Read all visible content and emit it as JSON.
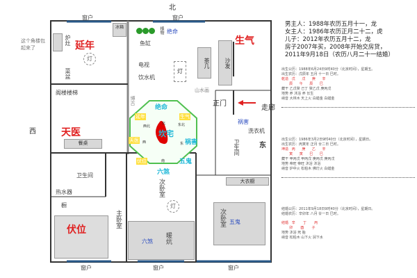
{
  "compass": {
    "north": "北",
    "west": "西",
    "east": "东"
  },
  "windows": [
    "窗户",
    "窗户",
    "窗户",
    "窗户",
    "窗户"
  ],
  "note": "这个角楼包起来了",
  "stars": {
    "yannian": "延年",
    "shengqi": "生气",
    "tianyi": "天医",
    "fuwei": "伏位",
    "jueming": "绝命",
    "huohai": "祸害",
    "wugui": "五鬼",
    "liusha": "六煞"
  },
  "rooms": {
    "fridge": "冰箱",
    "stove": "炉灶",
    "cabinet": "菜盆",
    "stairs": "阁楼楼梯",
    "plants": "植物",
    "fish": "鱼缸",
    "tv": "电视",
    "water": "饮水机",
    "lamp": "灯",
    "tea": "茶几",
    "sofa": "沙发",
    "painting": "山水画",
    "main_door": "正门",
    "corridor": "走廊",
    "washer": "洗衣机",
    "dining": "餐桌",
    "bath1": "卫生间",
    "bath2": "卫生间",
    "heater": "热水器",
    "cabinet2": "橱",
    "master": "主卧室",
    "second1": "次卧室",
    "second2": "次卧室",
    "wardrobe": "大衣橱",
    "kang": "暖炕",
    "partition": "博古",
    "house": "坎宅"
  },
  "bagua": {
    "n": "北",
    "ne": "东北",
    "nw": "西北",
    "w": "西",
    "e": "东",
    "s": "南"
  },
  "family": [
    "男主人：1988年农历五月十一，龙",
    "女主人：1986年农历正月二十二，虎",
    "儿子：2012年农历五月十二，龙",
    "房子2007年买，2008年开始交房贷，",
    "2011年9月18日（农历八月二十一结婚）"
  ],
  "charts": [
    {
      "lines": [
        "出生公历：1988年6月24日9时40分（北京时间），星期五。",
        "出生农历：戊辰年 五月 十一日 巳时。"
      ],
      "tag": "乾造",
      "stems": [
        "戊",
        "戊",
        "庚",
        "辛"
      ],
      "branches": [
        "辰",
        "午",
        "辰",
        "巳"
      ],
      "rows": [
        "藏干 乙戊癸 己丁 癸乙戊 庚丙戊",
        "地势 养 沐浴 养 长生",
        "纳音 大林木 天上火 白蜡金 白蜡金"
      ]
    },
    {
      "lines": [
        "出生公历：1986年3月2日9时40分（北京时间），星期日。",
        "出生农历：丙寅年 正月 廿二日 巳时。"
      ],
      "tag": "坤造",
      "stems": [
        "丙",
        "庚",
        "乙",
        "辛"
      ],
      "branches": [
        "寅",
        "寅",
        "巳",
        "巳"
      ],
      "rows": [
        "藏干 甲丙戊 甲丙戊 庚丙戊 庚丙戊",
        "地势 帝旺 帝旺 沐浴 沐浴",
        "纳音 炉中火 松柏木 佛灯火 白蜡金"
      ]
    },
    {
      "lines": [
        "结婚公历：2011年9月18日9时40分（北京时间），星期日。",
        "结婚农历：辛卯年 八月 廿一日 巳时。"
      ],
      "tag": "结婚",
      "stems": [
        "辛",
        "丁",
        "丙"
      ],
      "branches": [
        "卯",
        "酉",
        "子"
      ],
      "rows": [
        "地势 沐浴 死 胎",
        "纳音 松柏木 山下火 涧下水"
      ]
    }
  ],
  "colors": {
    "wall": "#333333",
    "window": "#2a5a8a",
    "star": "#e02020",
    "compass": "#50c050",
    "accent": "#20b8d8"
  }
}
